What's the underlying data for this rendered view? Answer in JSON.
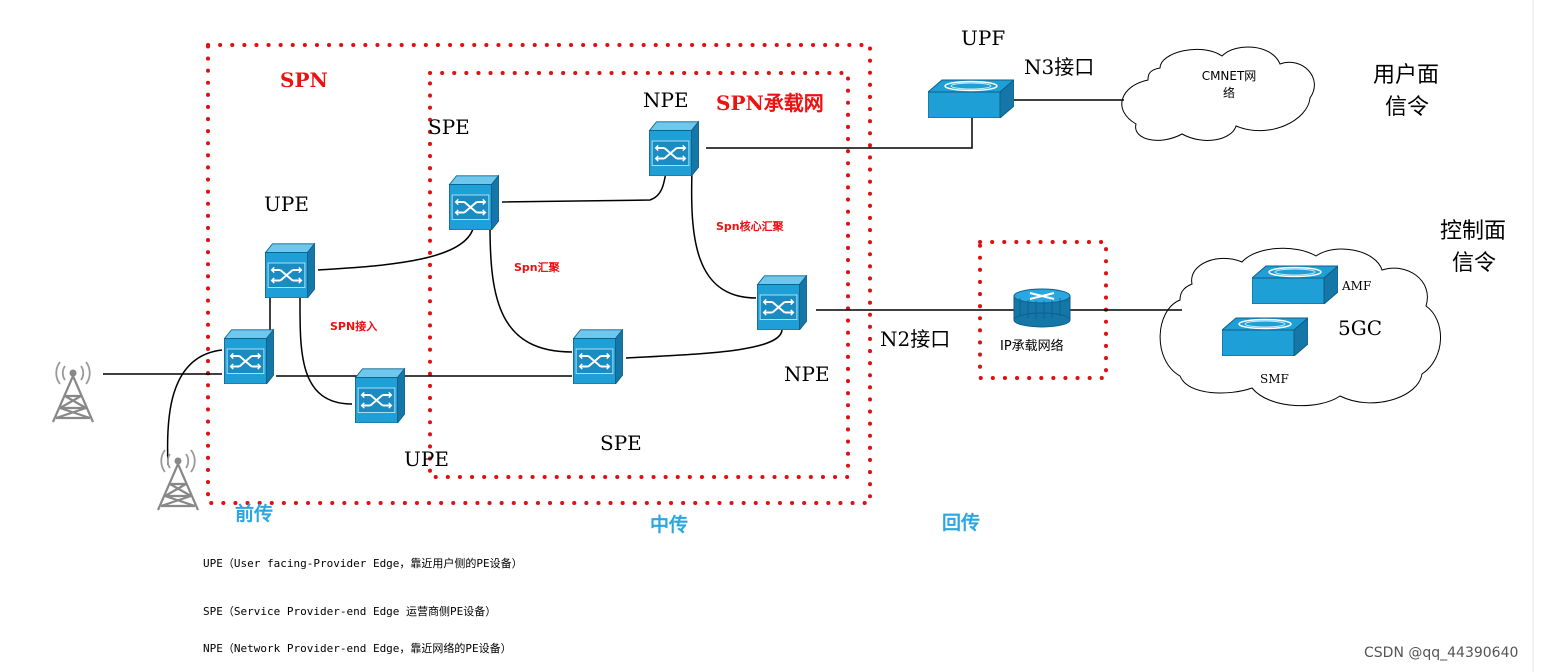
{
  "zones": {
    "spn": "SPN",
    "spn_bearer": "SPN承载网",
    "ip_bearer": "IP承载网络",
    "cmnet": "CMNET网络",
    "core": "5GC"
  },
  "nodes": {
    "upf": "UPF",
    "npe_top": "NPE",
    "npe_right": "NPE",
    "spe_top": "SPE",
    "spe_bottom": "SPE",
    "upe_top": "UPE",
    "upe_bottom": "UPE",
    "amf": "AMF",
    "smf": "SMF"
  },
  "links": {
    "spn_access": "SPN接入",
    "spn_agg": "Spn汇聚",
    "spn_core_agg": "Spn核心汇聚",
    "n3": "N3接口",
    "n2": "N2接口"
  },
  "planes": {
    "user_plane": "用户面",
    "user_plane_2": "信令",
    "control_plane": "控制面",
    "control_plane_2": "信令"
  },
  "segments": {
    "fronthaul": "前传",
    "midhaul": "中传",
    "backhaul": "回传"
  },
  "notes": {
    "upe": "UPE（User facing-Provider Edge，靠近用户侧的PE设备）",
    "spe": "SPE（Service Provider-end Edge 运营商侧PE设备）",
    "npe": "NPE（Network Provider-end Edge，靠近网络的PE设备）"
  },
  "watermark": "CSDN @qq_44390640",
  "colors": {
    "boundary": "#dd1111",
    "switch_face": "#1e9fd6",
    "switch_side": "#1576a8",
    "segment_text": "#2aa6e0",
    "red_text": "#ee1111"
  }
}
